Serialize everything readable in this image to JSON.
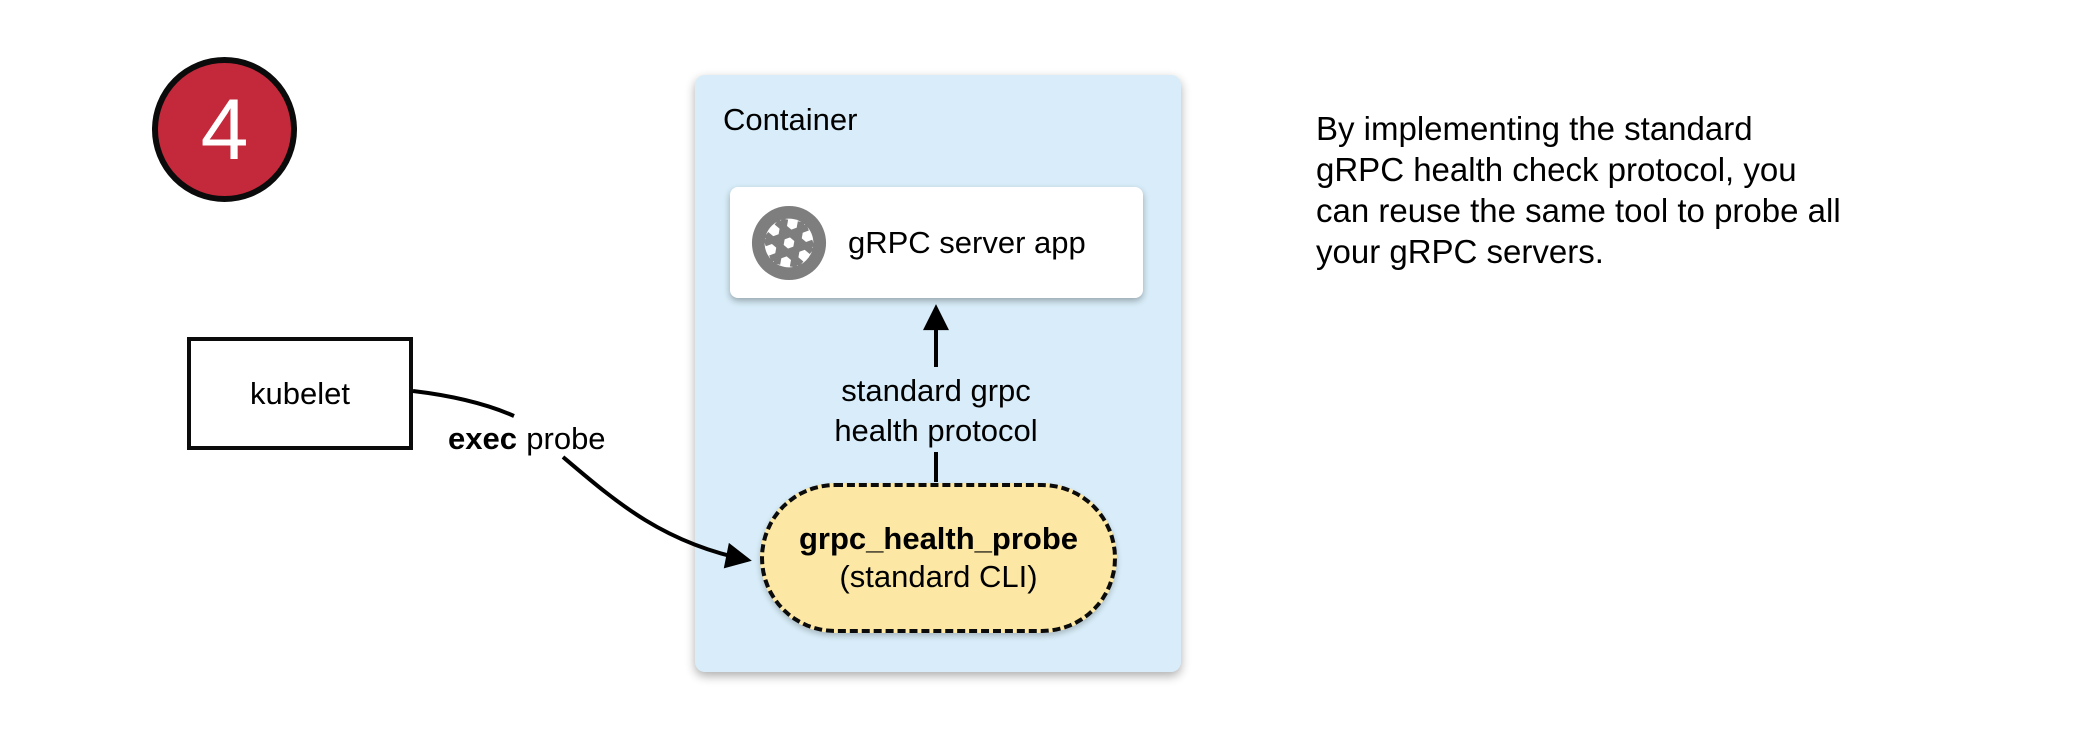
{
  "badge": {
    "value": "4"
  },
  "nodes": {
    "kubelet": {
      "label": "kubelet"
    },
    "container": {
      "label": "Container"
    },
    "server_app": {
      "label": "gRPC server app",
      "icon": "aperture-icon"
    },
    "probe": {
      "name": "grpc_health_probe",
      "subtitle": "(standard CLI)"
    }
  },
  "edges": {
    "health_protocol": {
      "label_line1": "standard grpc",
      "label_line2": "health protocol"
    },
    "exec_probe": {
      "label_bold": "exec",
      "label_rest": "probe"
    }
  },
  "note": {
    "lines": [
      "By implementing the standard",
      "gRPC health check protocol, you",
      "can reuse the same tool to probe all",
      "your gRPC servers."
    ]
  },
  "colors": {
    "badge-red": "#c4293b",
    "container-blue": "#d8edf9",
    "probe-yellow": "#fce8a4",
    "icon-gray": "#7e7e7e",
    "line-black": "#000000"
  }
}
